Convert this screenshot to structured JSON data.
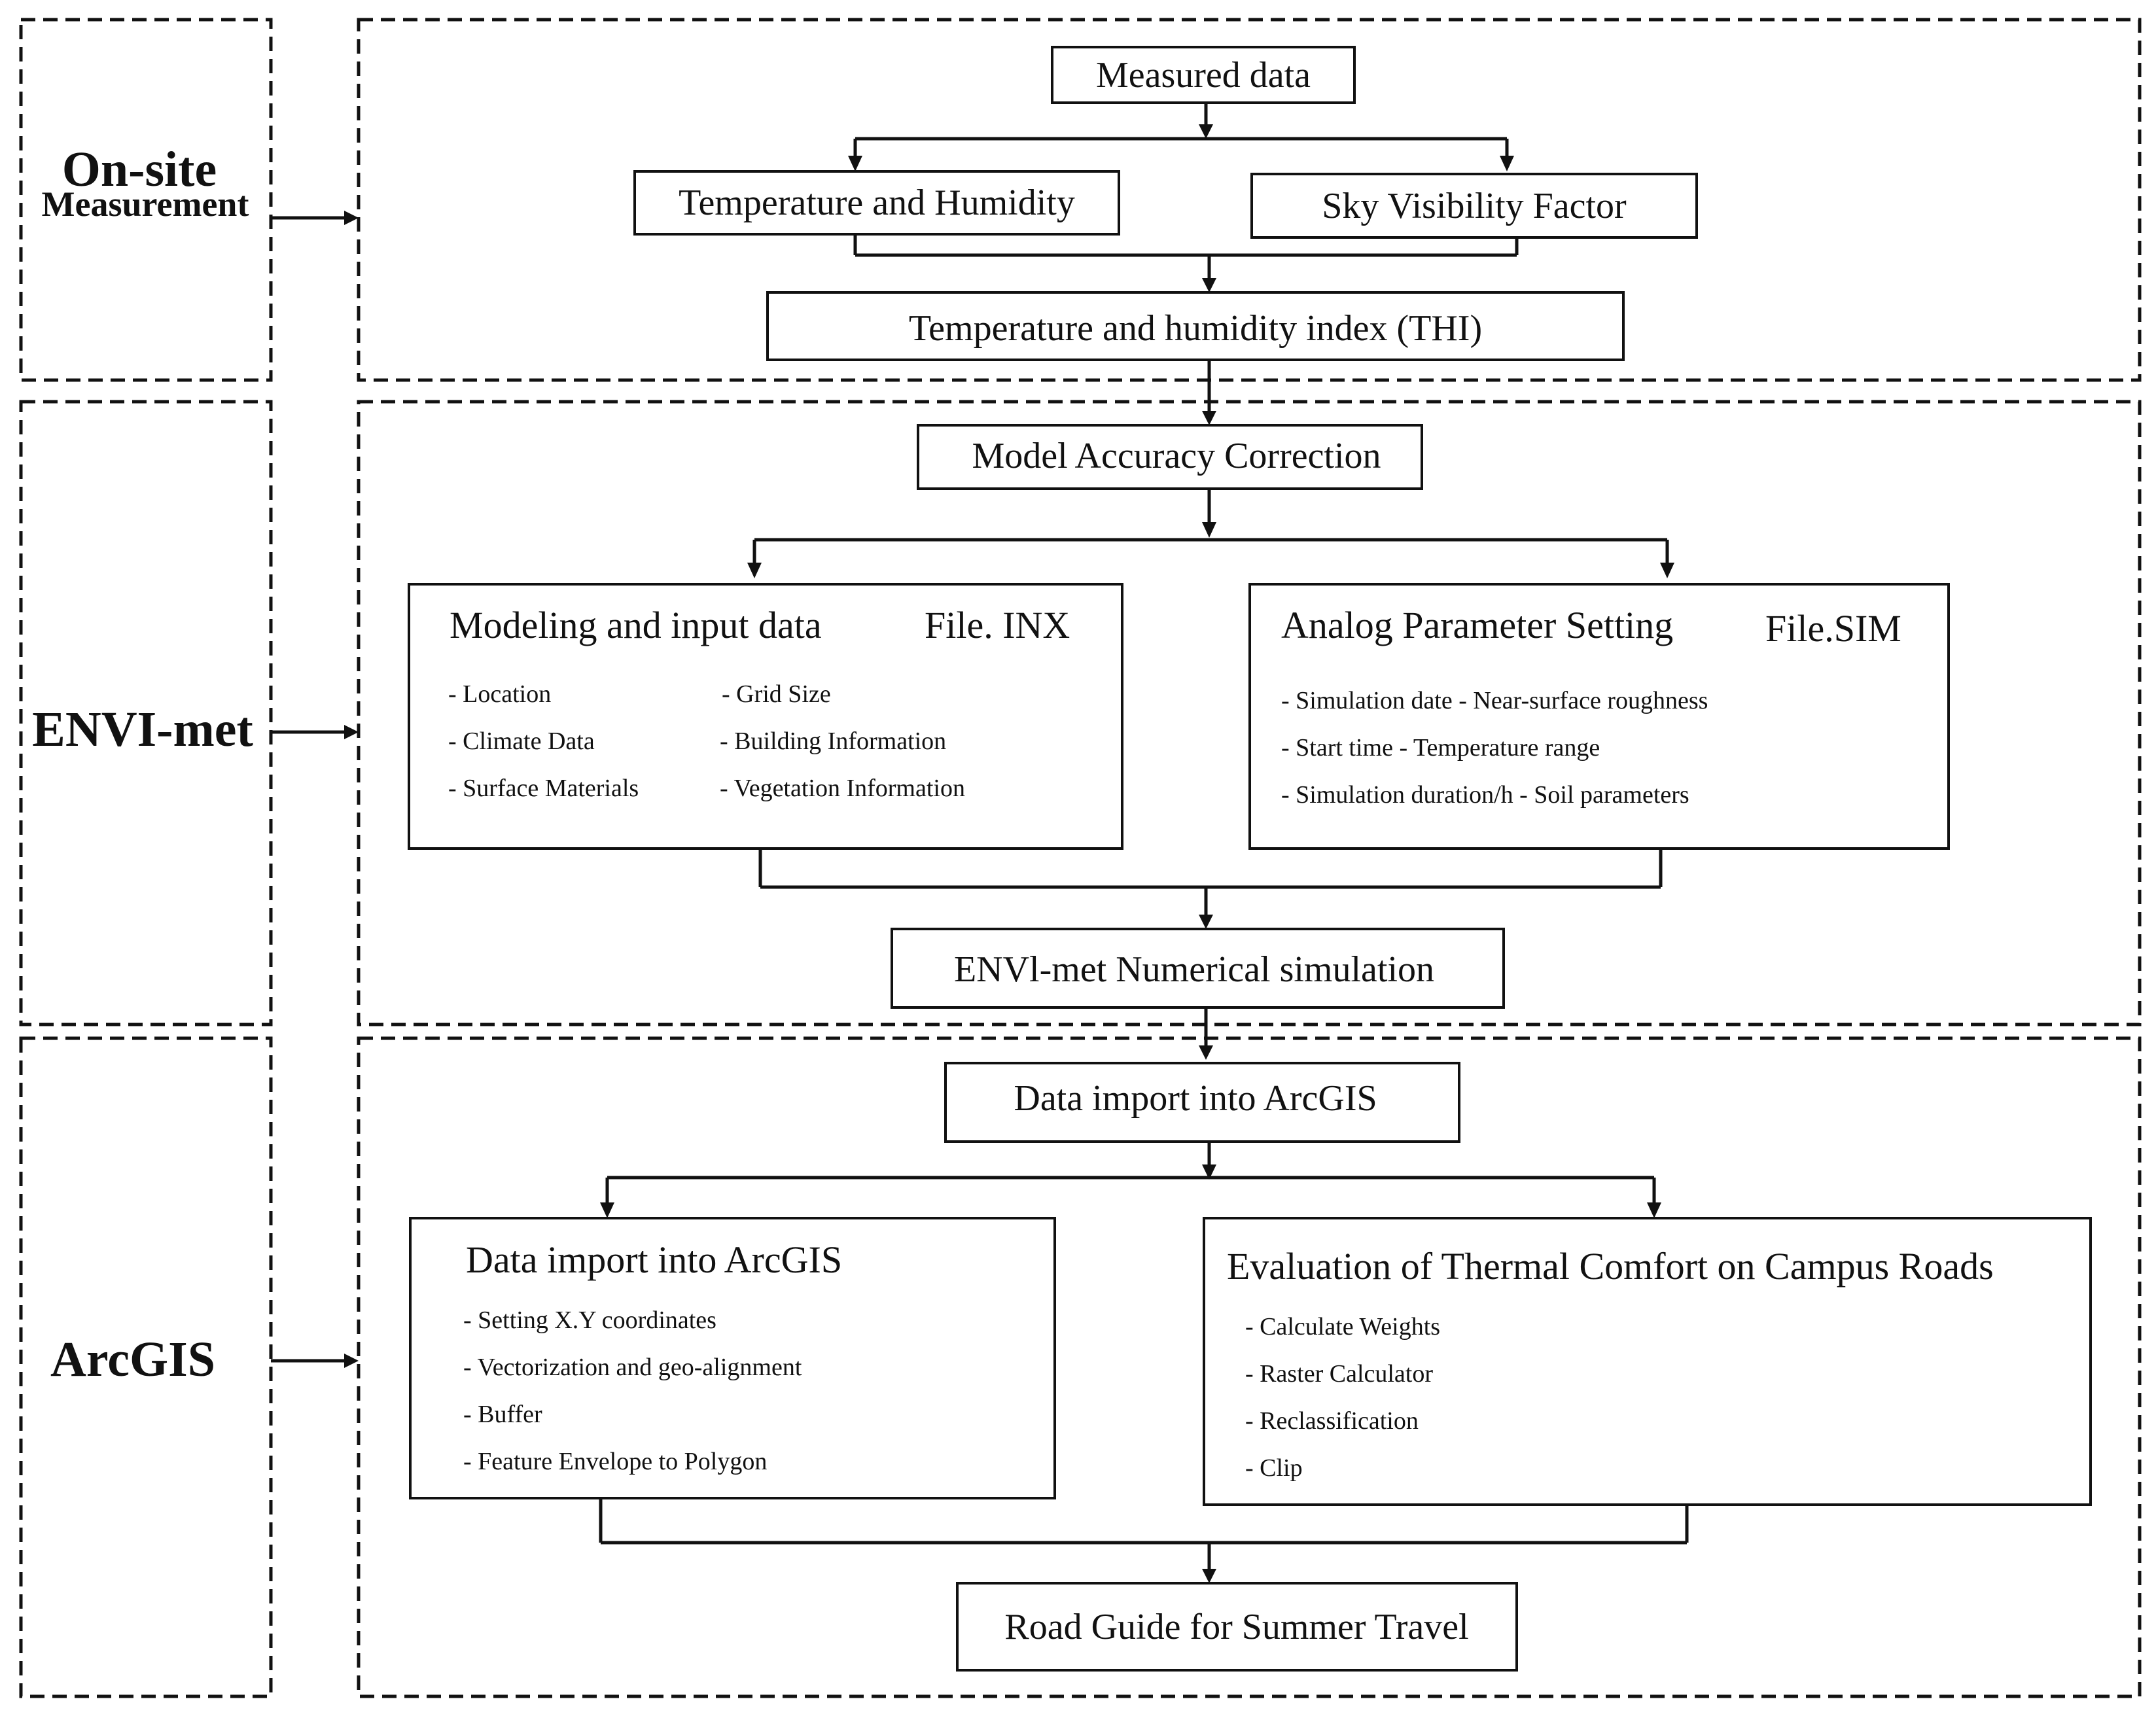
{
  "sections": {
    "onsite": {
      "title_line1": "On-site",
      "title_line2": "Measurement"
    },
    "envimet": {
      "title": "ENVI-met"
    },
    "arcgis": {
      "title": "ArcGIS"
    }
  },
  "nodes": {
    "measured_data": "Measured data",
    "temp_humidity": "Temperature and Humidity",
    "sky_visibility": "Sky Visibility Factor",
    "thi": "Temperature and humidity index (THI)",
    "model_accuracy": "Model Accuracy Correction",
    "modeling_input": {
      "title": "Modeling and input data",
      "file": "File. INX",
      "items_left": [
        "- Location",
        "- Climate Data",
        "- Surface Materials"
      ],
      "items_right": [
        "- Grid Size",
        "- Building Information",
        "- Vegetation Information"
      ]
    },
    "analog_params": {
      "title": "Analog Parameter Setting",
      "file": "File.SIM",
      "items": [
        "- Simulation date - Near-surface roughness",
        "- Start time - Temperature range",
        "- Simulation duration/h - Soil parameters"
      ]
    },
    "envi_simulation": "ENVl-met Numerical simulation",
    "data_import": "Data import into ArcGIS",
    "data_import_detail": {
      "title": "Data import into ArcGIS",
      "items": [
        "- Setting X.Y coordinates",
        "- Vectorization and geo-alignment",
        "- Buffer",
        "- Feature Envelope to Polygon"
      ]
    },
    "thermal_eval": {
      "title": "Evaluation of Thermal Comfort on Campus Roads",
      "items": [
        "- Calculate Weights",
        "- Raster Calculator",
        "- Reclassification",
        "- Clip"
      ]
    },
    "road_guide": "Road Guide for Summer Travel"
  }
}
